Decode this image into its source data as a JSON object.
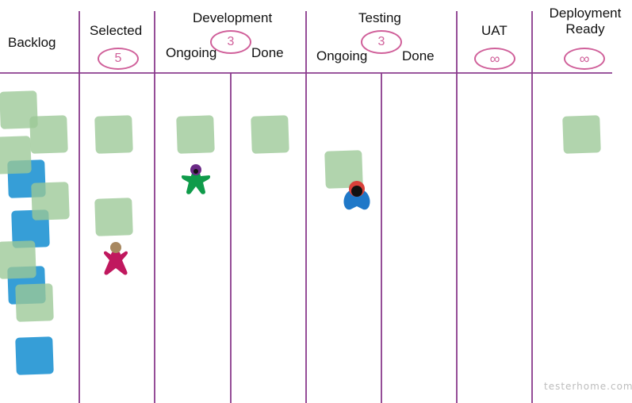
{
  "board": {
    "columns": {
      "backlog": "Backlog",
      "selected": "Selected",
      "development": "Development",
      "testing": "Testing",
      "uat": "UAT",
      "deployment_ready": "Deployment\nReady"
    },
    "sub_columns": {
      "dev_ongoing": "Ongoing",
      "dev_done": "Done",
      "test_ongoing": "Ongoing",
      "test_done": "Done"
    },
    "wip_limits": {
      "selected": "5",
      "development": "3",
      "testing": "3",
      "uat": "∞",
      "deployment_ready": "∞"
    }
  },
  "watermark": "testerhome.com",
  "colors": {
    "line": "#8a3a8c",
    "wip": "#d0609a",
    "card_green": "#9bc896",
    "card_blue": "#2596d4",
    "person_green": "#0f9b4a",
    "person_pink": "#c0185e",
    "person_blue": "#1f78c8"
  }
}
